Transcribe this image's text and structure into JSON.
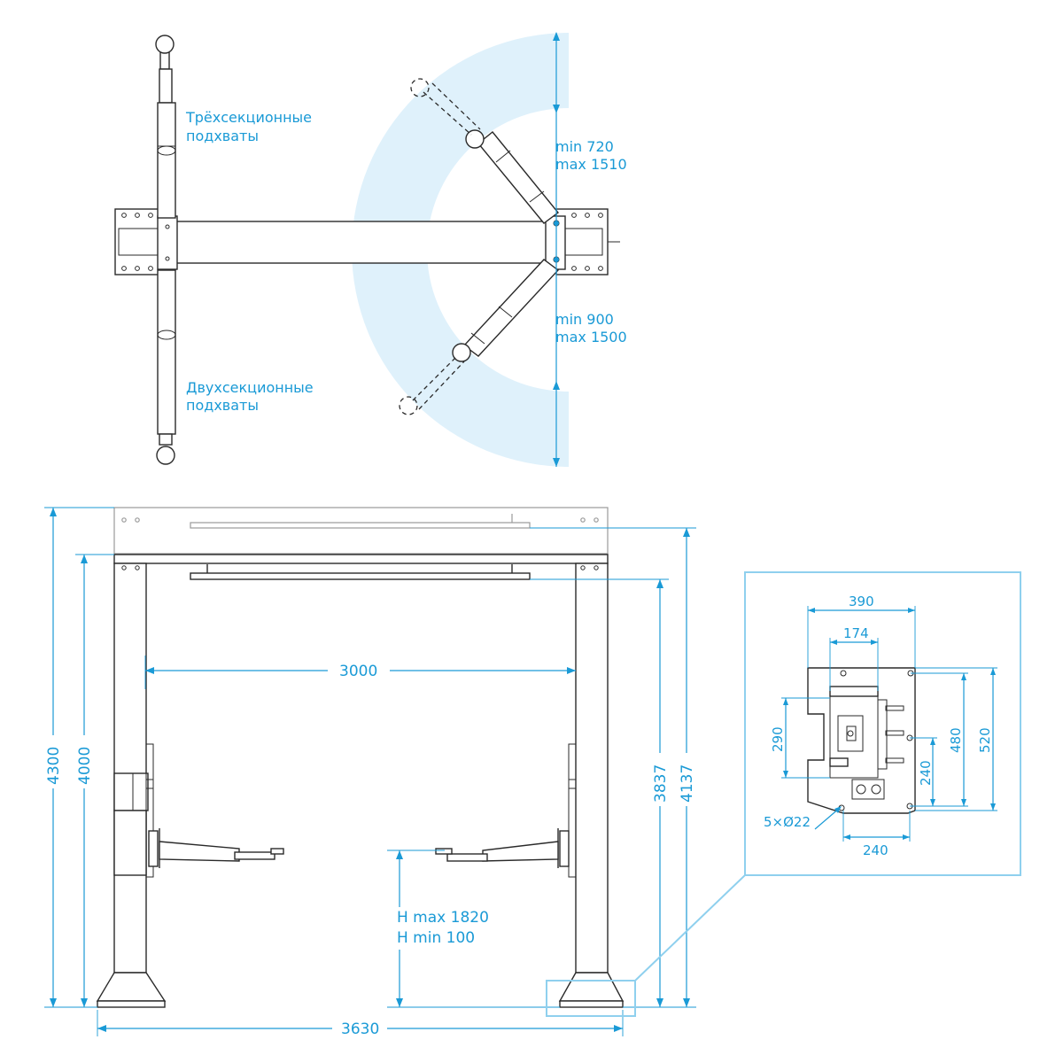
{
  "top_view": {
    "label_three_section_1": "Трёхсекционные",
    "label_three_section_2": "подхваты",
    "label_two_section_1": "Двухсекционные",
    "label_two_section_2": "подхваты",
    "upper_reach_min": "min 720",
    "upper_reach_max": "max 1510",
    "lower_reach_min": "min 900",
    "lower_reach_max": "max 1500"
  },
  "front_view": {
    "dim_4300": "4300",
    "dim_4000": "4000",
    "dim_3000": "3000",
    "dim_3837": "3837",
    "dim_4137": "4137",
    "dim_3630": "3630",
    "h_max": "H max 1820",
    "h_min": "H min 100"
  },
  "base_plate_detail": {
    "dim_390": "390",
    "dim_174": "174",
    "dim_290": "290",
    "dim_240_vertical": "240",
    "dim_480": "480",
    "dim_520": "520",
    "dim_240_horizontal": "240",
    "holes": "5×Ø22"
  },
  "colors": {
    "accent": "#1a9ad6",
    "arc_fill": "#dff1fb",
    "ink": "#2a2a2a"
  }
}
